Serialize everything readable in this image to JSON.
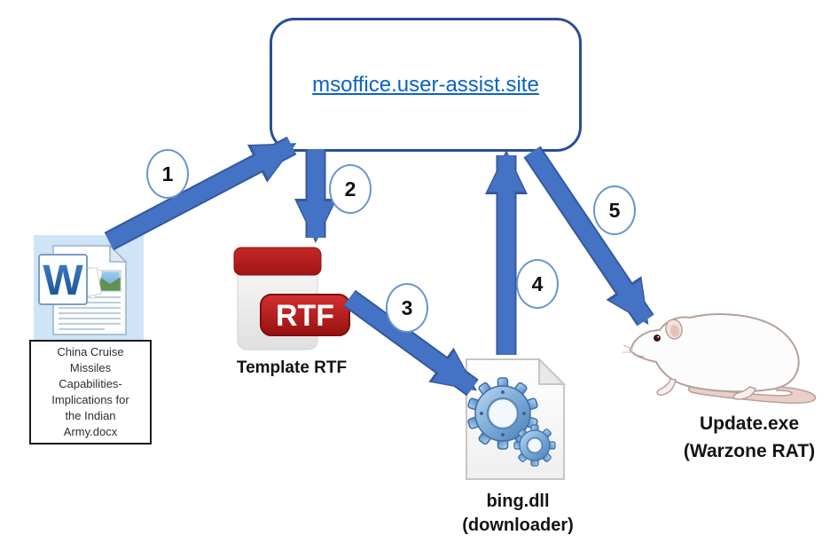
{
  "c2": {
    "domain": "msoffice.user-assist.site"
  },
  "word_doc": {
    "icon": "word-document-icon",
    "filename_lines": [
      "China Cruise",
      "Missiles",
      "Capabilities-",
      "Implications for",
      "the Indian",
      "Army.docx"
    ]
  },
  "rtf": {
    "icon": "rtf-file-icon",
    "badge": "RTF",
    "label": "Template RTF"
  },
  "dll": {
    "icon": "gears-file-icon",
    "line1": "bing.dll",
    "line2": "(downloader)"
  },
  "rat": {
    "icon": "rat-icon",
    "line1": "Update.exe",
    "line2": "(Warzone RAT)"
  },
  "steps": [
    "1",
    "2",
    "3",
    "4",
    "5"
  ],
  "colors": {
    "arrow_fill": "#4472c4",
    "arrow_outline": "#35599c",
    "node_border": "#2b4e93",
    "hyperlink": "#0b63c5",
    "rtf_red": "#b71c1c",
    "selection_blue": "#cfe4f6"
  }
}
